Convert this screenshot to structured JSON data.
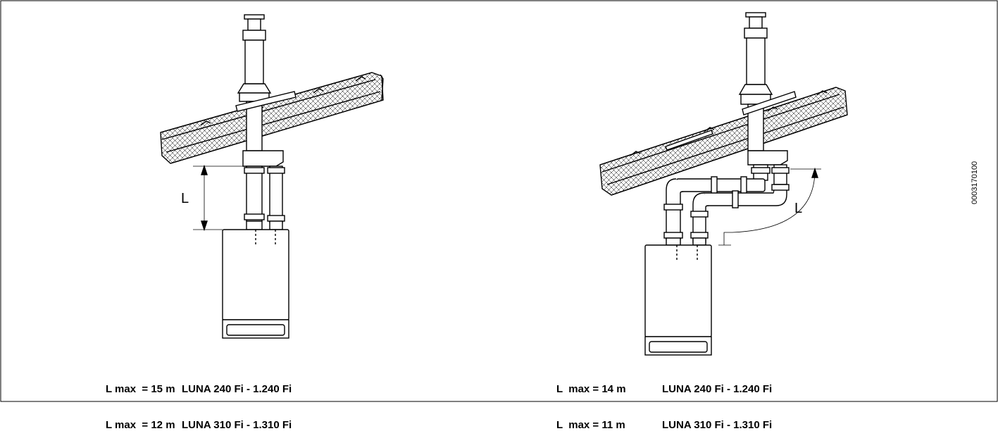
{
  "diagram": {
    "code": "0003170100",
    "left": {
      "dimension_label": "L",
      "rows": [
        {
          "lmax": "L max  = 15 m",
          "model": "LUNA 240 Fi - 1.240 Fi"
        },
        {
          "lmax": "L max  = 12 m",
          "model": "LUNA 310 Fi - 1.310 Fi"
        }
      ]
    },
    "right": {
      "dimension_label": "L",
      "rows": [
        {
          "lmax": "L  max = 14 m",
          "model": "LUNA 240 Fi - 1.240 Fi"
        },
        {
          "lmax": "L  max = 11 m",
          "model": "LUNA 310 Fi - 1.310 Fi"
        }
      ]
    }
  }
}
